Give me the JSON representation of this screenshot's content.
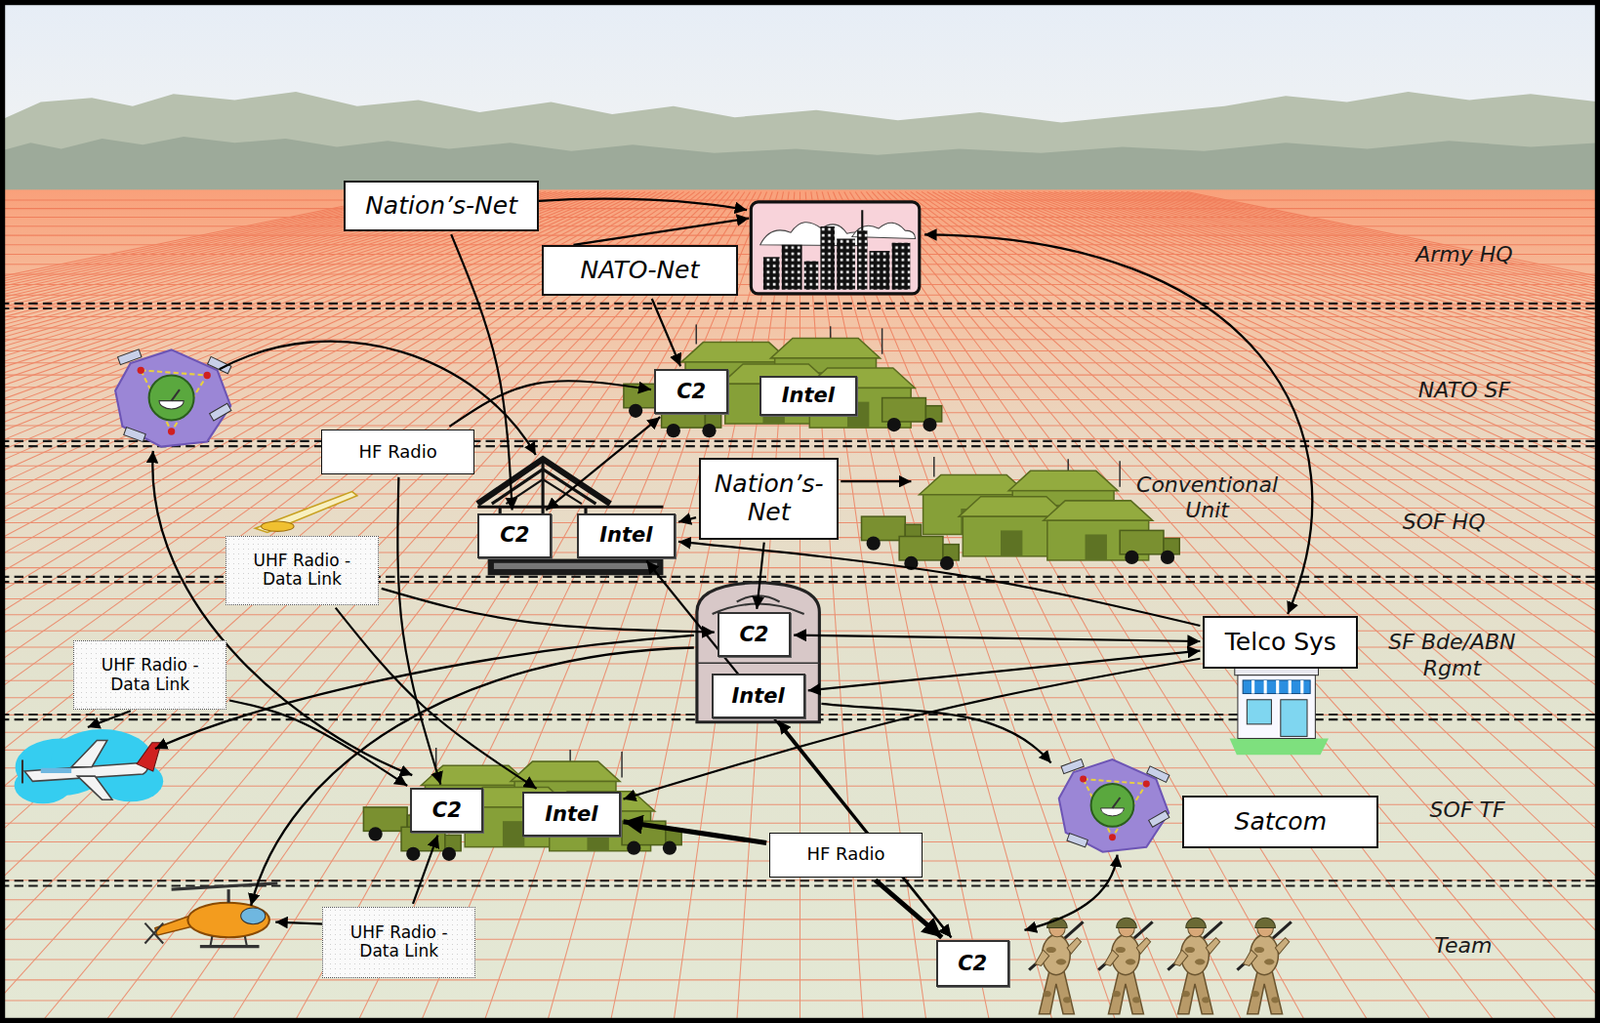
{
  "diagram": {
    "nodes": [
      {
        "text": [
          "Nation’s-Net"
        ]
      },
      {
        "text": [
          "NATO-Net"
        ]
      },
      {
        "text": [
          "C2"
        ]
      },
      {
        "text": [
          "Intel"
        ]
      },
      {
        "text": [
          "HF Radio"
        ]
      },
      {
        "text": [
          "Nation’s- Net"
        ]
      },
      {
        "text": [
          "C2"
        ]
      },
      {
        "text": [
          "Intel"
        ]
      },
      {
        "text": [
          "UHF Radio - Data Link"
        ]
      },
      {
        "text": [
          "UHF Radio - Data Link"
        ]
      },
      {
        "text": [
          "C2"
        ]
      },
      {
        "text": [
          "Intel"
        ]
      },
      {
        "text": [
          "Telco Sys"
        ]
      },
      {
        "text": [
          "C2"
        ]
      },
      {
        "text": [
          "Intel"
        ]
      },
      {
        "text": [
          "Satcom"
        ]
      },
      {
        "text": [
          "HF Radio"
        ]
      },
      {
        "text": [
          "UHF Radio - Data Link"
        ]
      },
      {
        "text": [
          "C2"
        ]
      }
    ],
    "edges": [
      {
        "from": 0,
        "to": 6,
        "arrow": "to"
      },
      {
        "from": 1,
        "to": 2,
        "arrow": "to"
      },
      {
        "from": 4,
        "to": 2,
        "arrow": "to"
      },
      {
        "from": 4,
        "to": 13,
        "arrow": "to"
      },
      {
        "from": 2,
        "to": 6,
        "arrow": "both"
      },
      {
        "from": 5,
        "to": 7,
        "arrow": "to"
      },
      {
        "from": 5,
        "to": 10,
        "arrow": "to"
      },
      {
        "from": 7,
        "to": 18,
        "arrow": "both"
      },
      {
        "from": 8,
        "to": 10,
        "arrow": "to"
      },
      {
        "from": 8,
        "to": 14,
        "arrow": "to"
      },
      {
        "from": 9,
        "to": 13,
        "arrow": "to"
      },
      {
        "from": 12,
        "to": 10,
        "arrow": "both"
      },
      {
        "from": 12,
        "to": 11,
        "arrow": "both"
      },
      {
        "from": 12,
        "to": 7,
        "arrow": "to"
      },
      {
        "from": 12,
        "to": 14,
        "arrow": "to"
      },
      {
        "from": 11,
        "to": 18,
        "arrow": "both"
      },
      {
        "from": 16,
        "to": 14,
        "arrow": "to"
      },
      {
        "from": 16,
        "to": 18,
        "arrow": "to"
      },
      {
        "from": 17,
        "to": 13,
        "arrow": "to"
      }
    ],
    "labels": [
      "Army HQ",
      "NATO SF",
      "Conventional Unit",
      "SOF HQ",
      "SF Bde/ABN Rgmt",
      "SOF TF",
      "Team"
    ]
  }
}
